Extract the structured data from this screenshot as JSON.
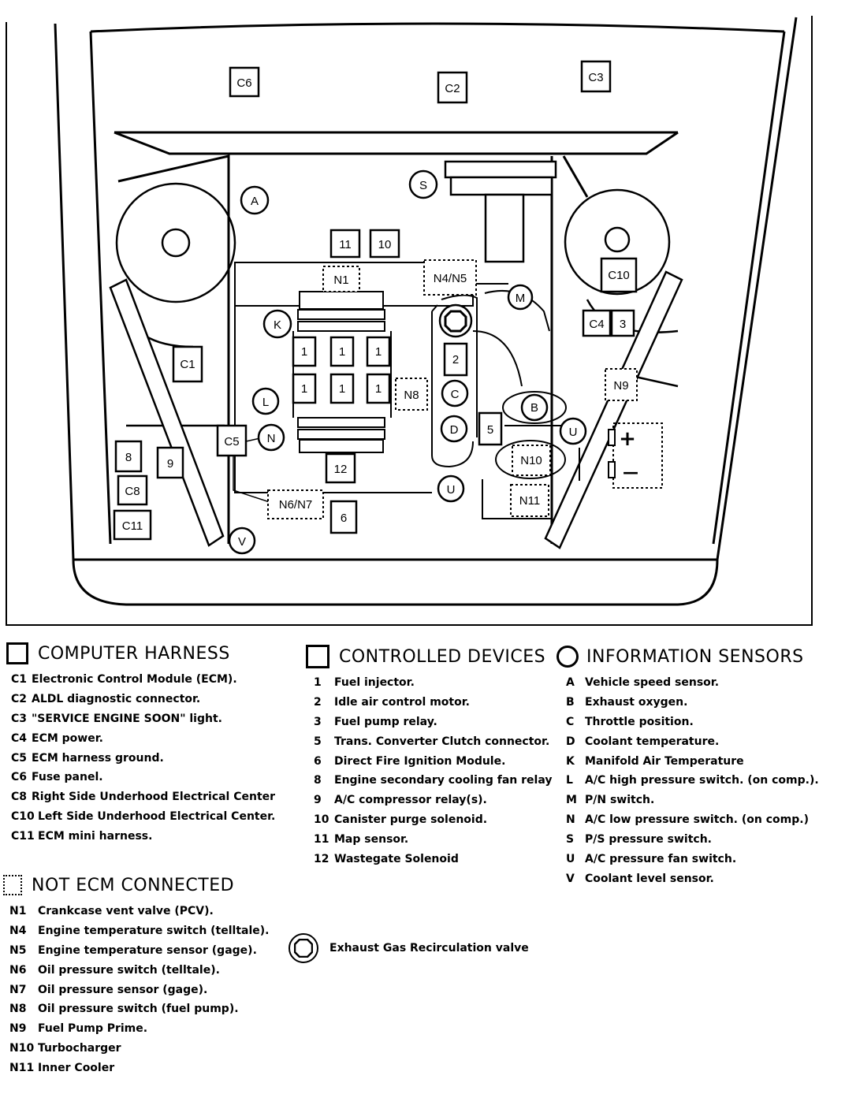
{
  "diagram_labels": {
    "C6": "C6",
    "C2": "C2",
    "C3": "C3",
    "S": "S",
    "A": "A",
    "box11": "11",
    "box10": "10",
    "N1": "N1",
    "N4N5": "N4/N5",
    "M": "M",
    "C10": "C10",
    "C4": "C4",
    "box3": "3",
    "K": "K",
    "C1": "C1",
    "inj1": "1",
    "inj2": "1",
    "inj3": "1",
    "inj4": "1",
    "inj5": "1",
    "inj6": "1",
    "box2": "2",
    "C": "C",
    "N8": "N8",
    "B": "B",
    "N9": "N9",
    "L": "L",
    "D": "D",
    "box5": "5",
    "U1": "U",
    "C5": "C5",
    "N": "N",
    "N10": "N10",
    "box8": "8",
    "box9": "9",
    "box12": "12",
    "U2": "U",
    "C8": "C8",
    "N11": "N11",
    "N6N7": "N6/N7",
    "box6": "6",
    "C11": "C11",
    "V": "V",
    "plus": "+",
    "minus": "—"
  },
  "legend": {
    "computer_harness": {
      "title": "COMPUTER HARNESS",
      "items": [
        {
          "code": "C1",
          "text": "Electronic Control Module (ECM)."
        },
        {
          "code": "C2",
          "text": "ALDL diagnostic connector."
        },
        {
          "code": "C3",
          "text": "\"SERVICE ENGINE SOON\" light."
        },
        {
          "code": "C4",
          "text": "ECM power."
        },
        {
          "code": "C5",
          "text": "ECM harness ground."
        },
        {
          "code": "C6",
          "text": "Fuse panel."
        },
        {
          "code": "C8",
          "text": "Right Side Underhood Electrical Center"
        },
        {
          "code": "C10",
          "text": "Left Side Underhood Electrical Center."
        },
        {
          "code": "C11",
          "text": "ECM mini harness."
        }
      ]
    },
    "controlled_devices": {
      "title": "CONTROLLED DEVICES",
      "items": [
        {
          "code": "1",
          "text": "Fuel injector."
        },
        {
          "code": "2",
          "text": "Idle air control motor."
        },
        {
          "code": "3",
          "text": "Fuel pump relay."
        },
        {
          "code": "5",
          "text": "Trans. Converter Clutch connector."
        },
        {
          "code": "6",
          "text": "Direct Fire Ignition Module."
        },
        {
          "code": "8",
          "text": "Engine secondary cooling fan relay"
        },
        {
          "code": "9",
          "text": "A/C compressor relay(s)."
        },
        {
          "code": "10",
          "text": "Canister purge solenoid."
        },
        {
          "code": "11",
          "text": "Map sensor."
        },
        {
          "code": "12",
          "text": "Wastegate Solenoid"
        }
      ]
    },
    "information_sensors": {
      "title": "INFORMATION SENSORS",
      "items": [
        {
          "code": "A",
          "text": "Vehicle speed sensor."
        },
        {
          "code": "B",
          "text": "Exhaust oxygen."
        },
        {
          "code": "C",
          "text": "Throttle position."
        },
        {
          "code": "D",
          "text": "Coolant temperature."
        },
        {
          "code": "K",
          "text": "Manifold Air Temperature"
        },
        {
          "code": "L",
          "text": "A/C high pressure switch. (on comp.)."
        },
        {
          "code": "M",
          "text": "P/N switch."
        },
        {
          "code": "N",
          "text": "A/C low pressure switch. (on comp.)"
        },
        {
          "code": "S",
          "text": "P/S pressure switch."
        },
        {
          "code": "U",
          "text": "A/C pressure fan switch."
        },
        {
          "code": "V",
          "text": "Coolant level sensor."
        }
      ]
    },
    "not_ecm_connected": {
      "title": "NOT ECM CONNECTED",
      "items": [
        {
          "code": "N1",
          "text": "Crankcase vent valve (PCV)."
        },
        {
          "code": "N4",
          "text": "Engine temperature switch (telltale)."
        },
        {
          "code": "N5",
          "text": "Engine temperature sensor (gage)."
        },
        {
          "code": "N6",
          "text": "Oil pressure switch (telltale)."
        },
        {
          "code": "N7",
          "text": "Oil pressure sensor (gage)."
        },
        {
          "code": "N8",
          "text": "Oil pressure switch (fuel pump)."
        },
        {
          "code": "N9",
          "text": "Fuel Pump Prime."
        },
        {
          "code": "N10",
          "text": "Turbocharger"
        },
        {
          "code": "N11",
          "text": "Inner Cooler"
        }
      ]
    },
    "egr": {
      "text": "Exhaust Gas Recirculation valve"
    }
  }
}
